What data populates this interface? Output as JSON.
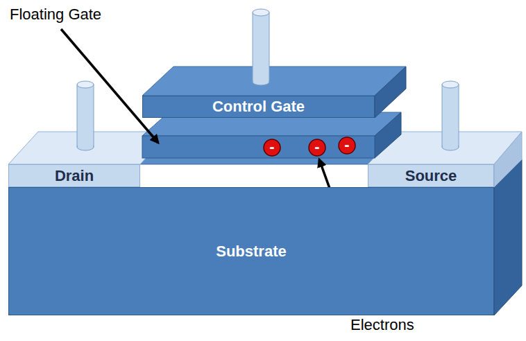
{
  "diagram": {
    "nodes": [
      {
        "text": [
          "Control Gate"
        ]
      },
      {
        "text": [
          "Drain"
        ]
      },
      {
        "text": [
          "Source"
        ]
      },
      {
        "text": [
          "Substrate"
        ]
      }
    ],
    "labels": [
      "Floating Gate",
      "-",
      "-",
      "-",
      "Electrons"
    ]
  }
}
